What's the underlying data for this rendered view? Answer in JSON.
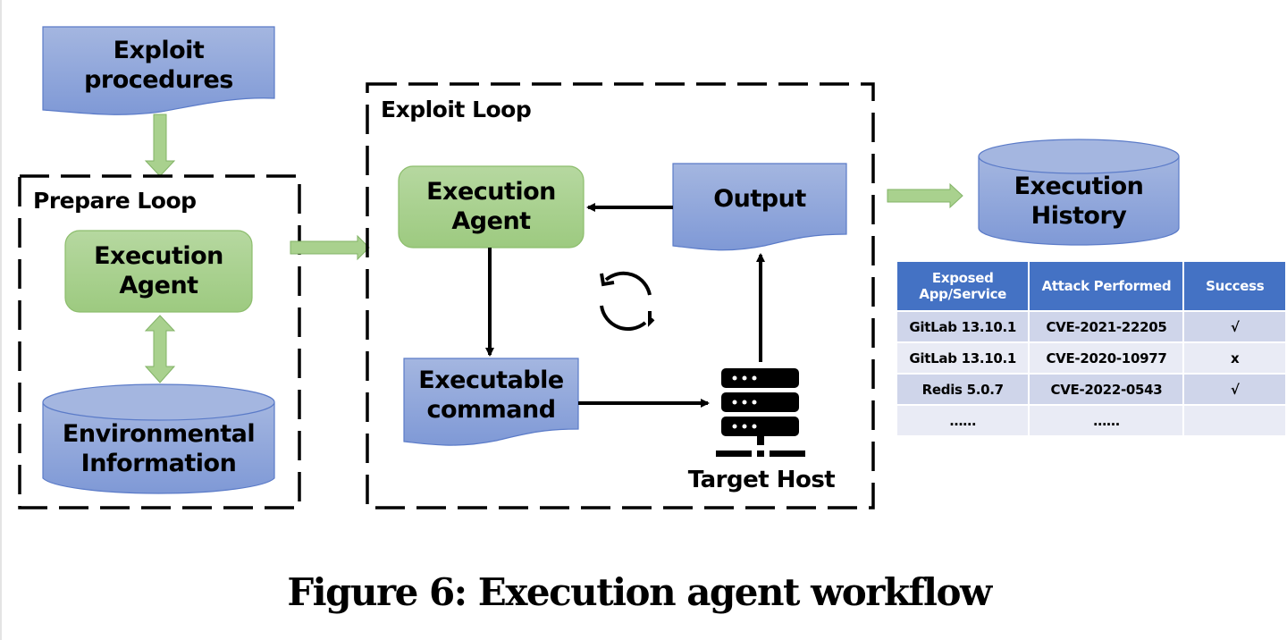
{
  "diagram": {
    "nodes": {
      "exploit_procedures": "Exploit procedures",
      "prepare_loop_title": "Prepare Loop",
      "prepare_agent": "Execution Agent",
      "environmental_information": "Environmental Information",
      "exploit_loop_title": "Exploit Loop",
      "exploit_agent": "Execution Agent",
      "output": "Output",
      "executable_command": "Executable command",
      "target_host": "Target Host",
      "execution_history": "Execution History"
    },
    "edges": [
      {
        "from": "exploit_procedures",
        "to": "prepare_loop",
        "style": "green-block-arrow"
      },
      {
        "from": "prepare_agent",
        "to": "environmental_information",
        "style": "green-double-arrow"
      },
      {
        "from": "prepare_loop",
        "to": "exploit_loop",
        "style": "green-block-arrow"
      },
      {
        "from": "output",
        "to": "exploit_agent",
        "style": "black-arrow"
      },
      {
        "from": "exploit_agent",
        "to": "executable_command",
        "style": "black-arrow"
      },
      {
        "from": "executable_command",
        "to": "target_host",
        "style": "black-arrow"
      },
      {
        "from": "target_host",
        "to": "output",
        "style": "black-arrow"
      },
      {
        "from": "exploit_loop",
        "to": "execution_history",
        "style": "green-block-arrow"
      }
    ],
    "icons": {
      "cycle": "refresh-cycle-icon",
      "server": "server-rack-icon"
    }
  },
  "history_table": {
    "headers": [
      "Exposed App/Service",
      "Attack Performed",
      "Success"
    ],
    "rows": [
      [
        "GitLab 13.10.1",
        "CVE-2021-22205",
        "√"
      ],
      [
        "GitLab 13.10.1",
        "CVE-2020-10977",
        "x"
      ],
      [
        "Redis 5.0.7",
        "CVE-2022-0543",
        "√"
      ],
      [
        "……",
        "……",
        ""
      ]
    ]
  },
  "colors": {
    "doc_blue": "#8ea5db",
    "agent_green": "#a9d18e",
    "arrow_green": "#a9d18e",
    "table_header": "#4472c4",
    "table_row_dark": "#cfd5ea",
    "table_row_light": "#e9ebf5"
  },
  "caption": "Figure 6: Execution agent workflow"
}
